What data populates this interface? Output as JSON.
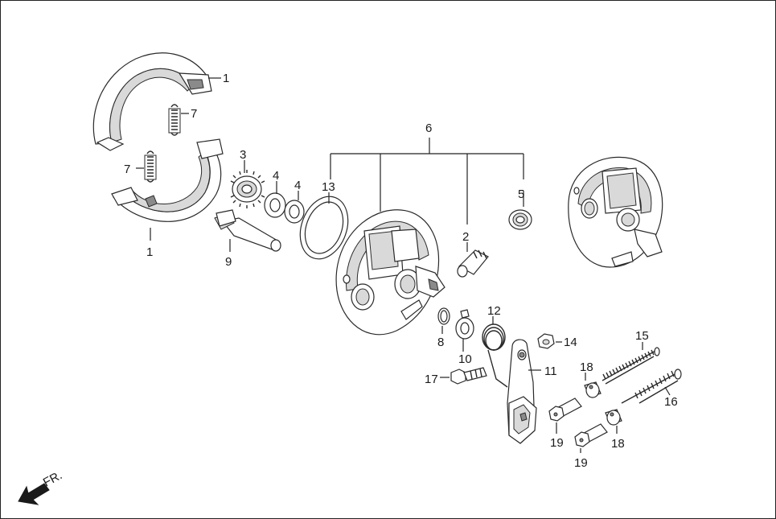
{
  "diagram": {
    "callouts": {
      "shoe_upper": "1",
      "shoe_lower": "1",
      "spring_upper": "7",
      "spring_lower": "7",
      "gear": "3",
      "washer_a": "4",
      "washer_b": "4",
      "camshaft": "9",
      "seal": "13",
      "panel_assembly": "6",
      "bearing": "5",
      "pinion": "2",
      "ring": "8",
      "tab_washer": "10",
      "return_spring": "12",
      "nut": "14",
      "lever": "11",
      "bolt": "17",
      "long_spring": "15",
      "short_spring": "16",
      "pin_upper": "18",
      "pin_lower": "18",
      "joint_upper": "19",
      "joint_lower": "19"
    },
    "direction": {
      "label": "FR.",
      "icon": "front-arrow-icon"
    },
    "colors": {
      "line": "#222222",
      "shade": "#d9d9d9"
    }
  }
}
